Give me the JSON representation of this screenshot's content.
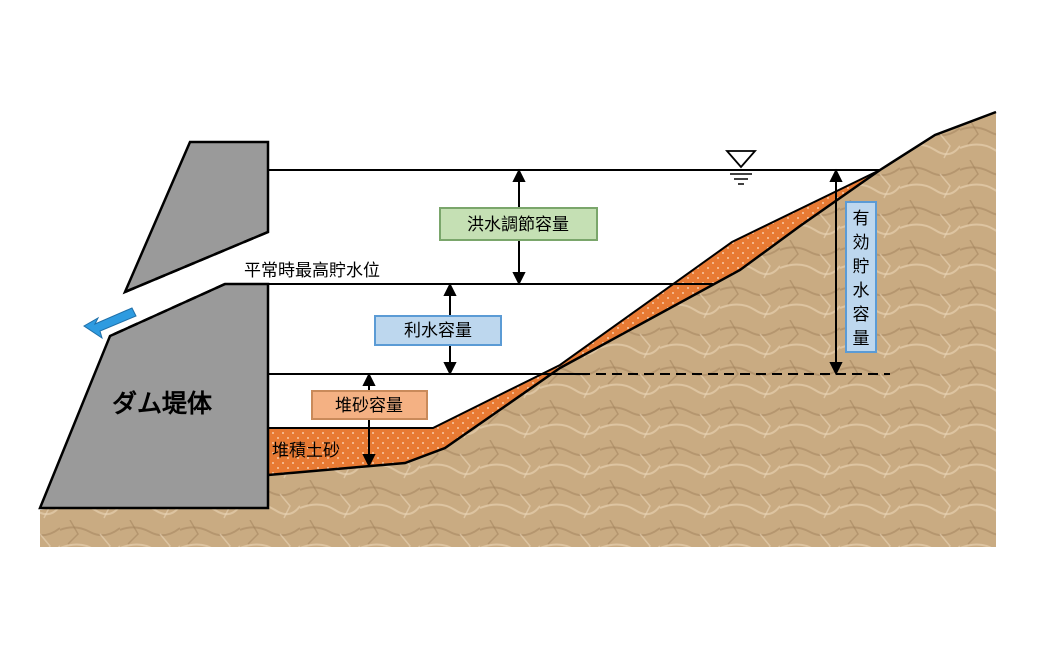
{
  "labels": {
    "dam_body": "ダム堤体",
    "normal_max_level": "平常時最高貯水位",
    "flood_control_capacity": "洪水調節容量",
    "water_use_capacity": "利水容量",
    "sediment_capacity": "堆砂容量",
    "accumulated_sediment": "堆積土砂",
    "effective_storage_chars": [
      "有",
      "効",
      "貯",
      "水",
      "容",
      "量"
    ]
  },
  "colors": {
    "dam": "#9a9a9a",
    "ground": "#c9ab82",
    "sediment": "#e87a33",
    "flood_box_fill": "#c5e0b4",
    "flood_box_stroke": "#7aa66b",
    "blue_box_fill": "#bdd7ee",
    "blue_box_stroke": "#5b9bd5",
    "sediment_box_fill": "#f4b183",
    "sediment_box_stroke": "#c98a5a",
    "outflow_arrow": "#2e9be0"
  },
  "icons": {
    "water_level": "water-level-triangle-icon",
    "outflow": "outflow-arrow-icon"
  }
}
